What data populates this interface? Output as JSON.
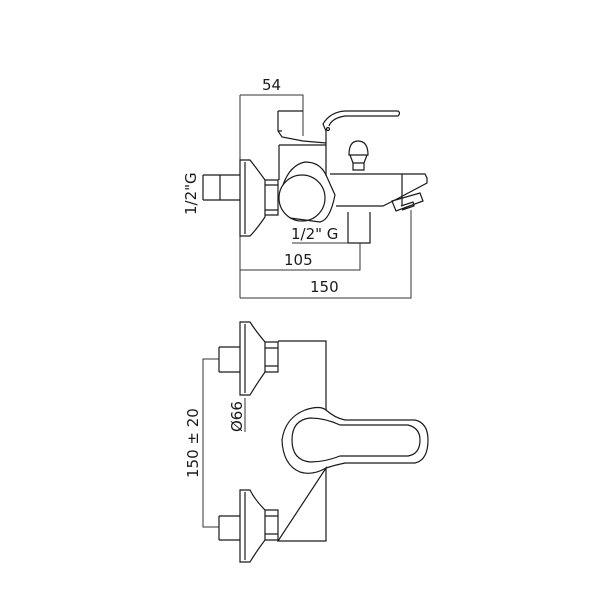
{
  "side_view": {
    "dim_handle": "54",
    "dim_wall_thread": "1/2\"G",
    "dim_spout_thread": "1/2\" G",
    "dim_outlet": "105",
    "dim_total": "150"
  },
  "front_view": {
    "dim_centers": "150 ± 20",
    "dim_flange": "Ø66"
  },
  "colors": {
    "line": "#1a1a1a",
    "background": "#ffffff"
  }
}
